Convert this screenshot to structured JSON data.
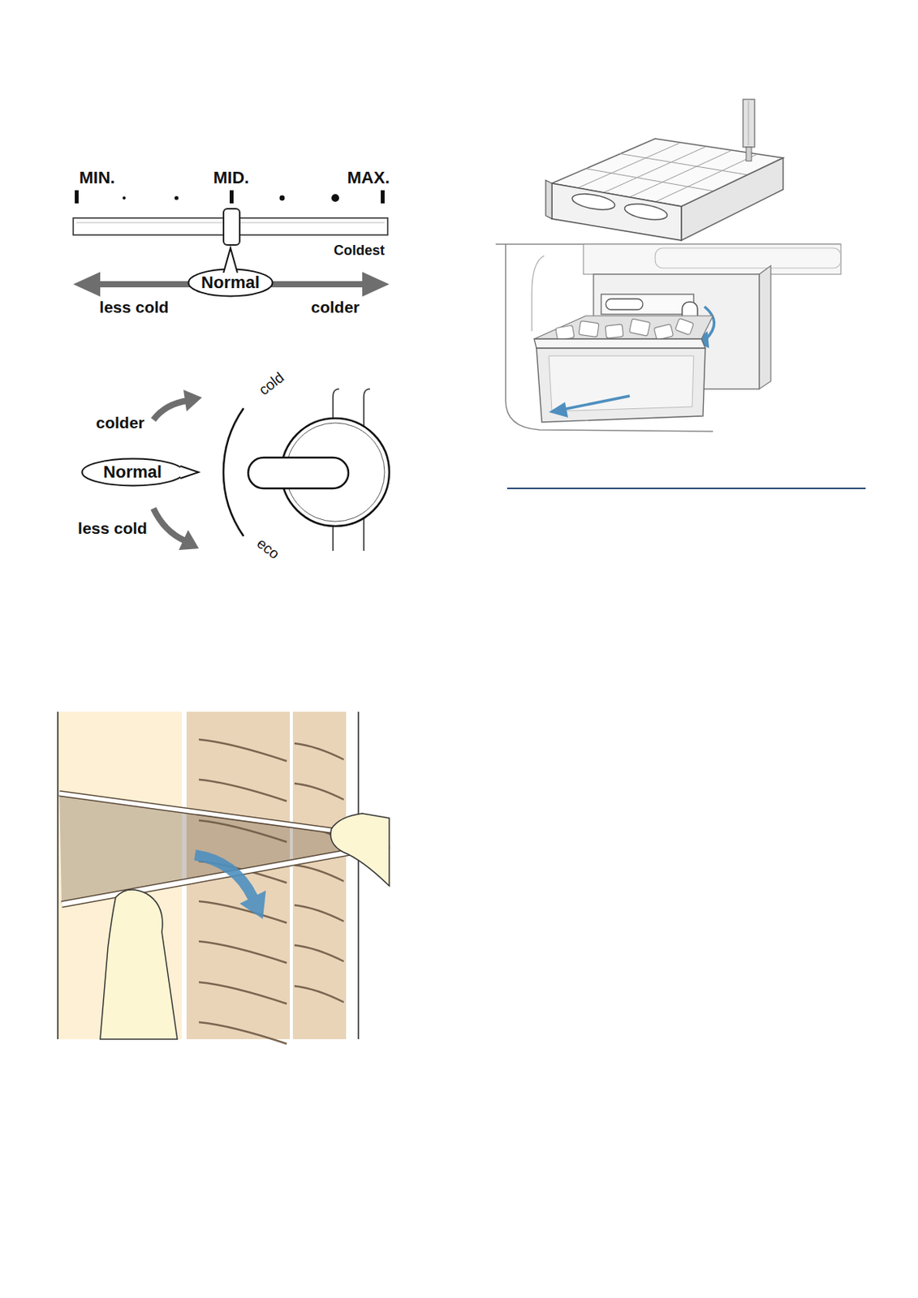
{
  "diagram": {
    "nodes": [
      {
        "text": [
          "Normal"
        ]
      },
      {
        "text": [
          "Normal"
        ]
      }
    ],
    "labels": [
      "MIN.",
      "MID.",
      "MAX.",
      "Coldest",
      "less cold",
      "colder",
      "colder",
      "cold",
      "less cold",
      "eco"
    ]
  }
}
